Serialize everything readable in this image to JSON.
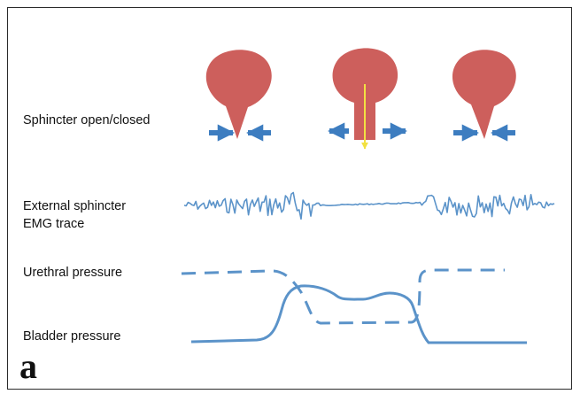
{
  "labels": {
    "sphincter": "Sphincter open/closed",
    "emg_line1": "External sphincter",
    "emg_line2": "EMG trace",
    "urethral": "Urethral pressure",
    "bladder": "Bladder pressure"
  },
  "panel_letter": "a",
  "colors": {
    "bladder_fill": "#cd5f5c",
    "arrow": "#3d7dc0",
    "trace": "#5b93c9",
    "flow": "#f2e142",
    "frame": "#2b2b2b"
  },
  "icons": {
    "closed_left": "bladder-closed-icon",
    "open_center": "bladder-open-icon",
    "closed_right": "bladder-closed-icon"
  }
}
